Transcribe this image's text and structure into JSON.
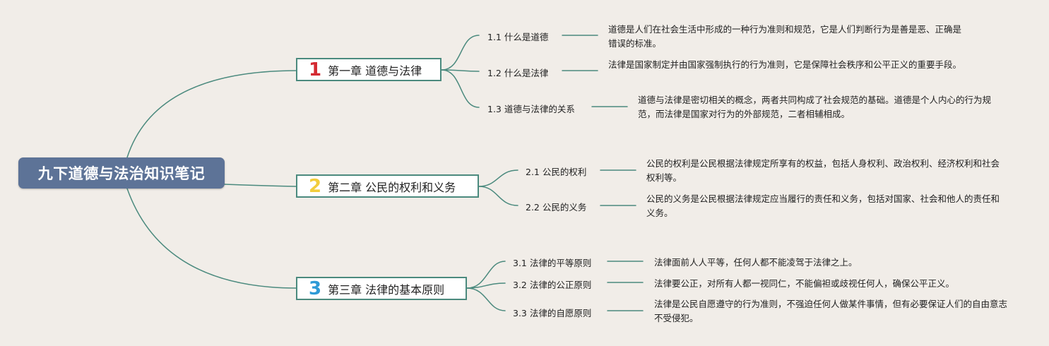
{
  "colors": {
    "background": "#f1ede8",
    "root": "#5d7397",
    "connector": "#4b8a7e",
    "chapter_numbers": [
      "#d42a32",
      "#f2cd3c",
      "#2e9ad6"
    ]
  },
  "root": {
    "title": "九下道德与法治知识笔记"
  },
  "chapters": [
    {
      "number": "1",
      "title": "第一章 道德与法律",
      "sections": [
        {
          "label": "1.1 什么是道德",
          "desc": "道德是人们在社会生活中形成的一种行为准则和规范，它是人们判断行为是善是恶、正确是错误的标准。"
        },
        {
          "label": "1.2 什么是法律",
          "desc": "法律是国家制定并由国家强制执行的行为准则，它是保障社会秩序和公平正义的重要手段。"
        },
        {
          "label": "1.3 道德与法律的关系",
          "desc": "道德与法律是密切相关的概念，两者共同构成了社会规范的基础。道德是个人内心的行为规范，而法律是国家对行为的外部规范，二者相辅相成。"
        }
      ]
    },
    {
      "number": "2",
      "title": "第二章 公民的权利和义务",
      "sections": [
        {
          "label": "2.1 公民的权利",
          "desc": "公民的权利是公民根据法律规定所享有的权益，包括人身权利、政治权利、经济权利和社会权利等。"
        },
        {
          "label": "2.2 公民的义务",
          "desc": "公民的义务是公民根据法律规定应当履行的责任和义务，包括对国家、社会和他人的责任和义务。"
        }
      ]
    },
    {
      "number": "3",
      "title": "第三章 法律的基本原则",
      "sections": [
        {
          "label": "3.1 法律的平等原则",
          "desc": "法律面前人人平等，任何人都不能凌驾于法律之上。"
        },
        {
          "label": "3.2 法律的公正原则",
          "desc": "法律要公正，对所有人都一视同仁，不能偏袒或歧视任何人，确保公平正义。"
        },
        {
          "label": "3.3 法律的自愿原则",
          "desc": "法律是公民自愿遵守的行为准则，不强迫任何人做某件事情，但有必要保证人们的自由意志不受侵犯。"
        }
      ]
    }
  ]
}
